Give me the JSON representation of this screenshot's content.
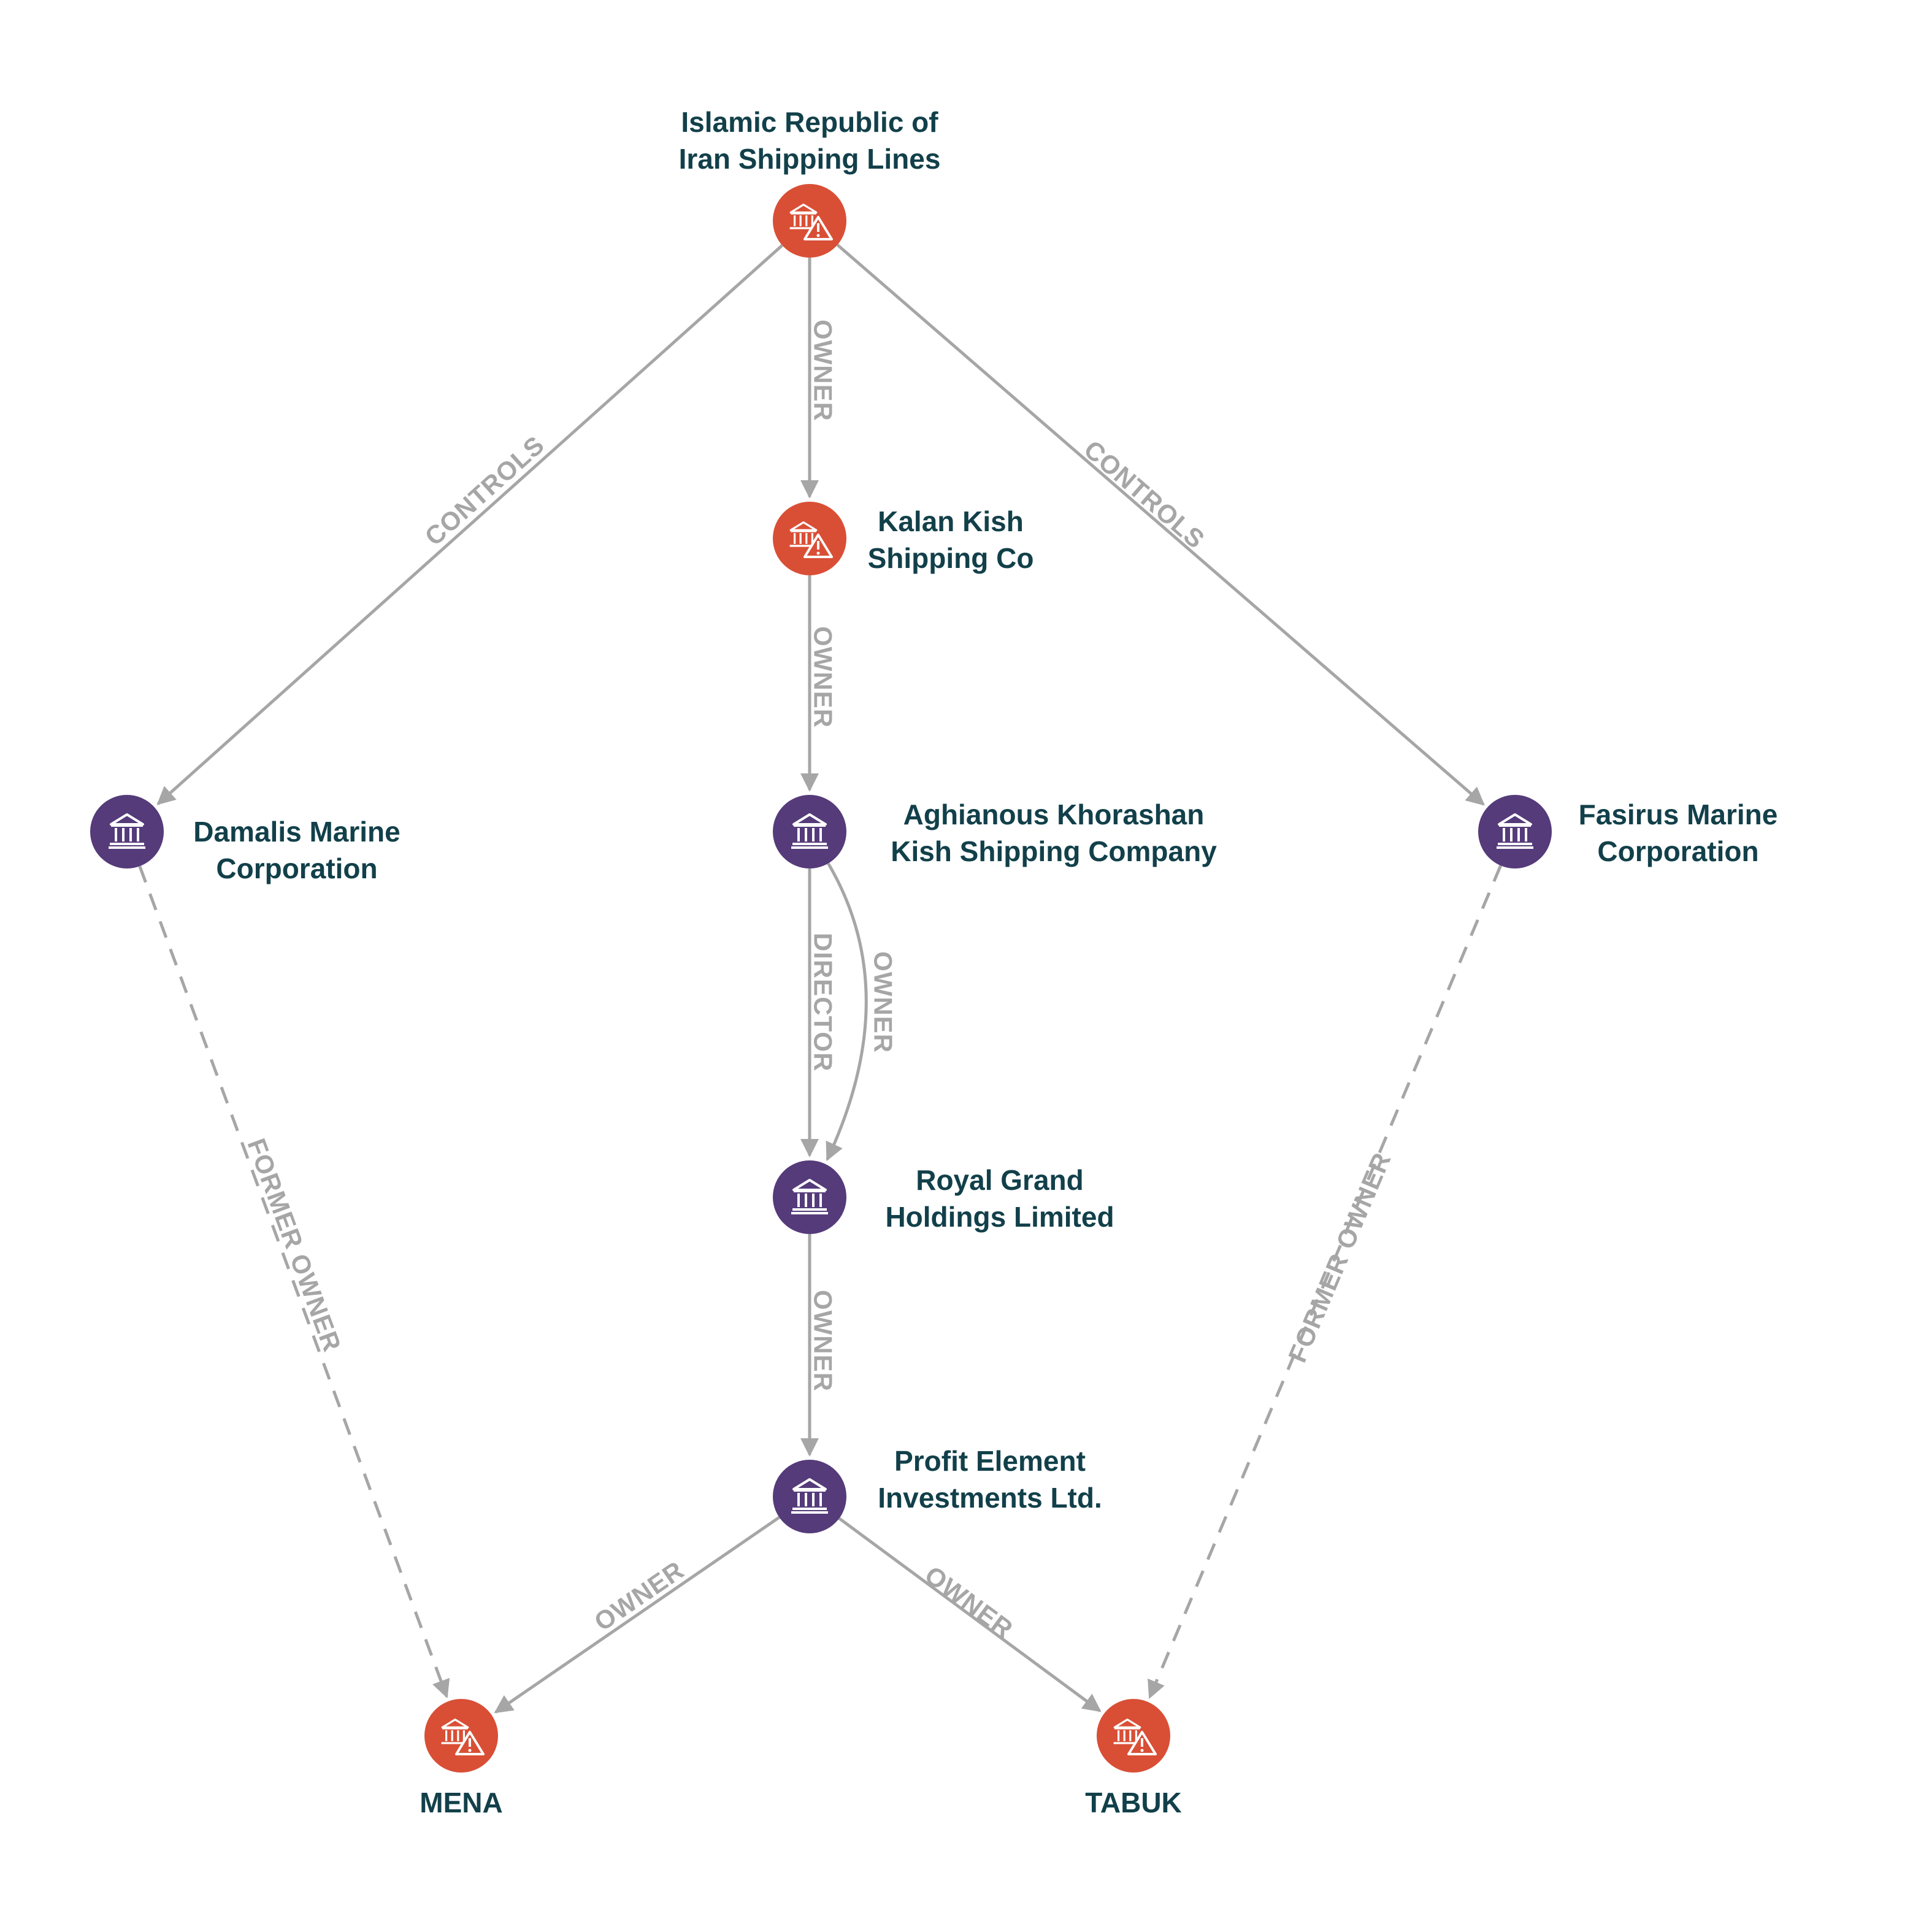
{
  "colors": {
    "sanctioned": "#d94f36",
    "entity": "#553b7a",
    "edge": "#a6a6a6",
    "label": "#12404a",
    "edge_label": "#a6a6a6"
  },
  "nodes": [
    {
      "id": "irisl",
      "type": "sanctioned",
      "icon": "bank-warning-icon",
      "lines": [
        "Islamic Republic of",
        "Iran Shipping Lines"
      ]
    },
    {
      "id": "kalan",
      "type": "sanctioned",
      "icon": "bank-warning-icon",
      "lines": [
        "Kalan Kish",
        "Shipping Co"
      ]
    },
    {
      "id": "aghianous",
      "type": "entity",
      "icon": "bank-icon",
      "lines": [
        "Aghianous Khorashan",
        "Kish Shipping Company"
      ]
    },
    {
      "id": "royal",
      "type": "entity",
      "icon": "bank-icon",
      "lines": [
        "Royal Grand",
        "Holdings Limited"
      ]
    },
    {
      "id": "profit",
      "type": "entity",
      "icon": "bank-icon",
      "lines": [
        "Profit Element",
        "Investments Ltd."
      ]
    },
    {
      "id": "damalis",
      "type": "entity",
      "icon": "bank-icon",
      "lines": [
        "Damalis Marine",
        "Corporation"
      ]
    },
    {
      "id": "fasirus",
      "type": "entity",
      "icon": "bank-icon",
      "lines": [
        "Fasirus Marine",
        "Corporation"
      ]
    },
    {
      "id": "mena",
      "type": "sanctioned",
      "icon": "bank-warning-icon",
      "lines": [
        "MENA"
      ]
    },
    {
      "id": "tabuk",
      "type": "sanctioned",
      "icon": "bank-warning-icon",
      "lines": [
        "TABUK"
      ]
    }
  ],
  "edges": [
    {
      "id": "irisl-kalan",
      "from": "irisl",
      "to": "kalan",
      "label": "OWNER",
      "style": "solid"
    },
    {
      "id": "irisl-damalis",
      "from": "irisl",
      "to": "damalis",
      "label": "CONTROLS",
      "style": "solid"
    },
    {
      "id": "irisl-fasirus",
      "from": "irisl",
      "to": "fasirus",
      "label": "CONTROLS",
      "style": "solid"
    },
    {
      "id": "kalan-aghianous",
      "from": "kalan",
      "to": "aghianous",
      "label": "OWNER",
      "style": "solid"
    },
    {
      "id": "aghianous-royal-director",
      "from": "aghianous",
      "to": "royal",
      "label": "DIRECTOR",
      "style": "solid"
    },
    {
      "id": "aghianous-royal-owner",
      "from": "aghianous",
      "to": "royal",
      "label": "OWNER",
      "style": "solid"
    },
    {
      "id": "royal-profit",
      "from": "royal",
      "to": "profit",
      "label": "OWNER",
      "style": "solid"
    },
    {
      "id": "profit-mena",
      "from": "profit",
      "to": "mena",
      "label": "OWNER",
      "style": "solid"
    },
    {
      "id": "profit-tabuk",
      "from": "profit",
      "to": "tabuk",
      "label": "OWNER",
      "style": "solid"
    },
    {
      "id": "damalis-mena",
      "from": "damalis",
      "to": "mena",
      "label": "FORMER OWNER",
      "style": "dashed"
    },
    {
      "id": "fasirus-tabuk",
      "from": "fasirus",
      "to": "tabuk",
      "label": "FORMER OWNER",
      "style": "dashed"
    }
  ]
}
